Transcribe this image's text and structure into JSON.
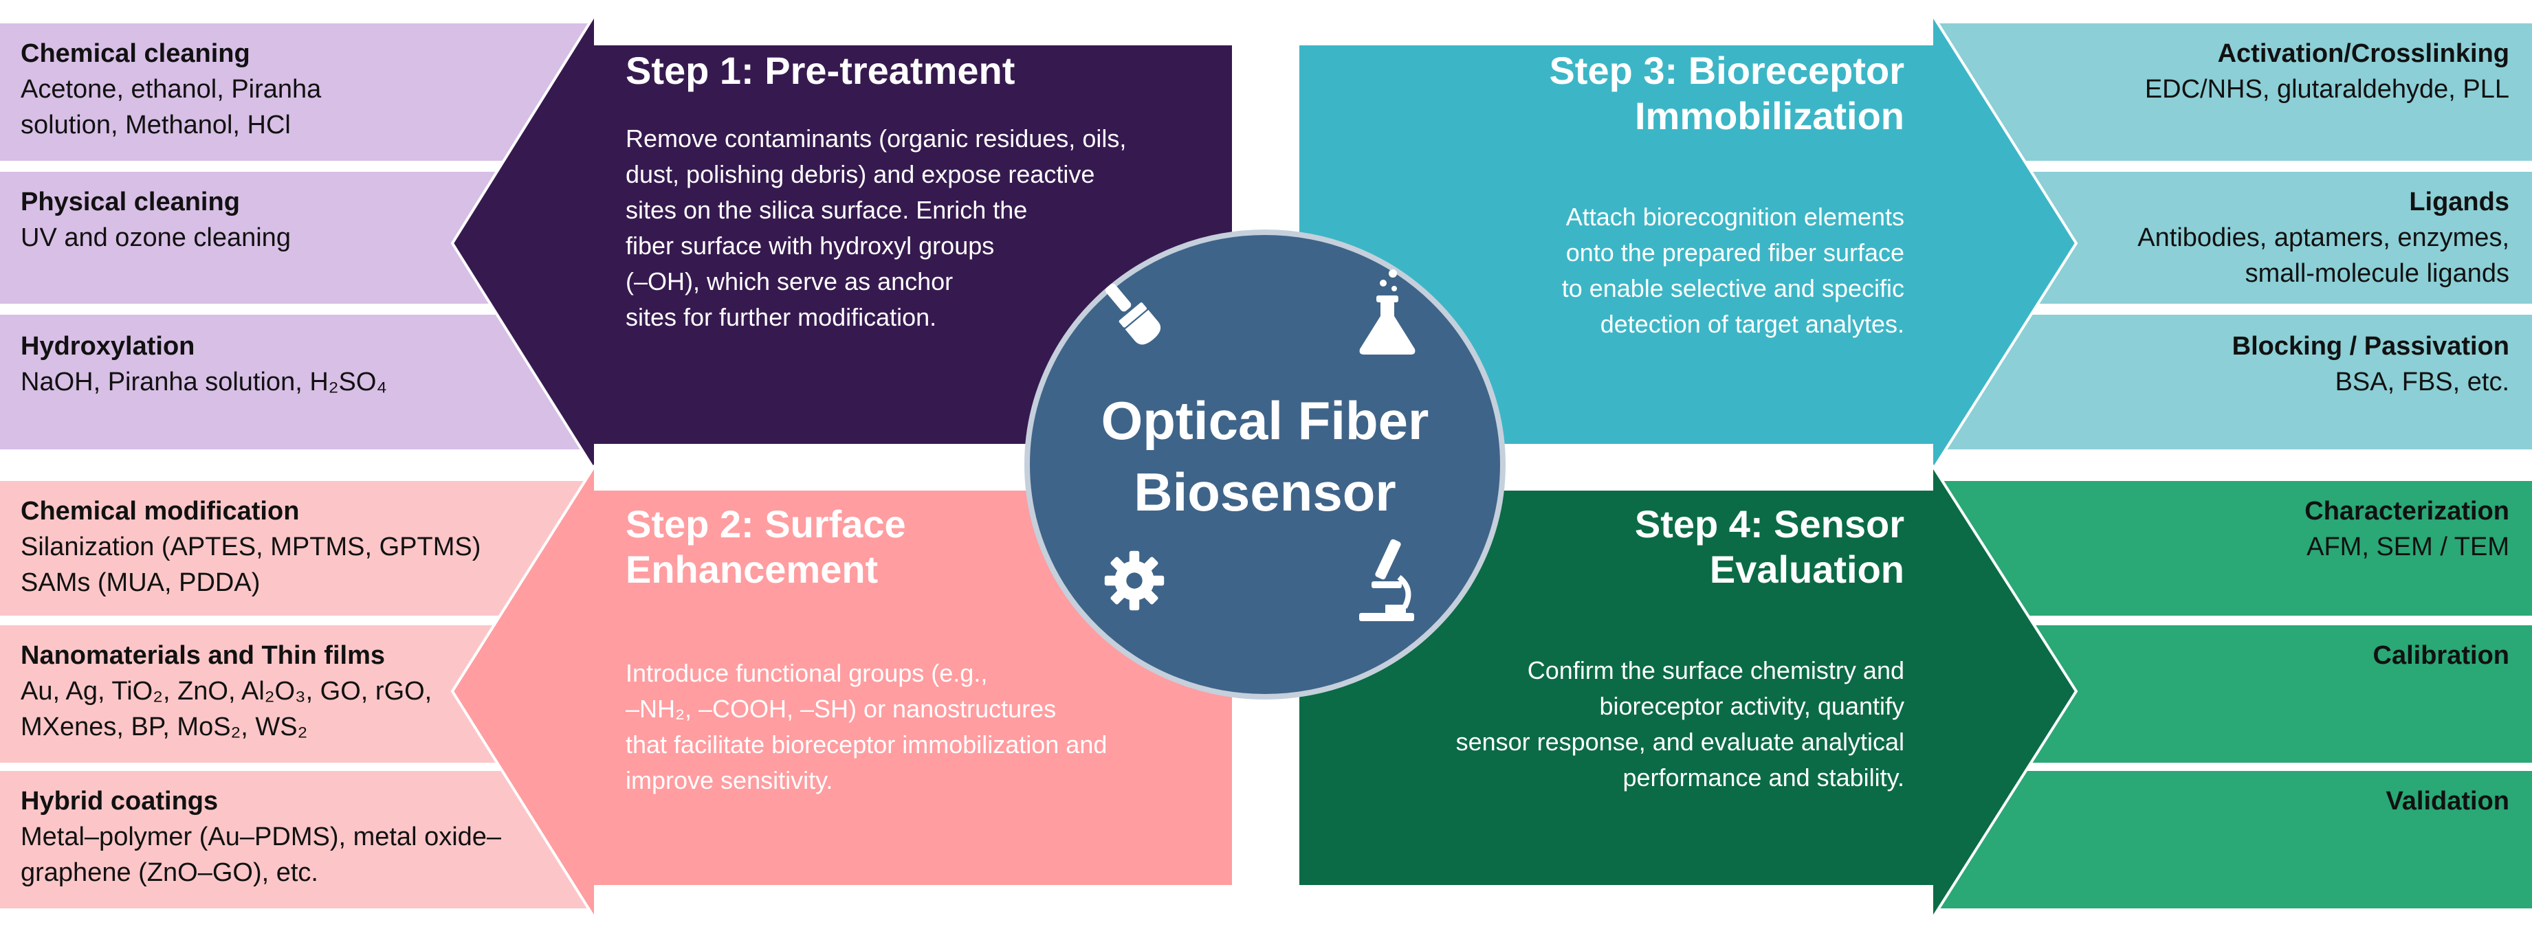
{
  "center": {
    "line1": "Optical Fiber",
    "line2": "Biosensor"
  },
  "colors": {
    "step1": "#361a4f",
    "step1_side": "#d8bfe6",
    "step2": "#ff9da0",
    "step2_side": "#fcc6c8",
    "step3": "#3cb6c6",
    "step3_side": "#8ccfd6",
    "step4": "#0b6b46",
    "step4_side": "#2aa876",
    "circle": "#3f6489"
  },
  "step1": {
    "title": "Step 1: Pre-treatment",
    "desc": [
      "Remove contaminants (organic residues, oils,",
      "dust, polishing debris) and expose reactive",
      "sites on the silica surface. Enrich the",
      "fiber surface with hydroxyl groups",
      "(–OH), which serve as anchor",
      "sites for further modification."
    ],
    "items": [
      {
        "heading": "Chemical cleaning",
        "lines": [
          "Acetone, ethanol, Piranha",
          "solution, Methanol, HCl"
        ]
      },
      {
        "heading": "Physical cleaning",
        "lines": [
          "UV and ozone cleaning"
        ]
      },
      {
        "heading": "Hydroxylation",
        "lines": [
          "NaOH, Piranha solution, H₂SO₄"
        ]
      }
    ]
  },
  "step2": {
    "title_line1": "Step 2: Surface",
    "title_line2": "Enhancement",
    "desc": [
      "Introduce functional groups (e.g.,",
      "–NH₂, –COOH, –SH) or nanostructures",
      "that facilitate bioreceptor immobilization and",
      "improve sensitivity."
    ],
    "items": [
      {
        "heading": "Chemical modification",
        "lines": [
          "Silanization (APTES, MPTMS, GPTMS)",
          "SAMs (MUA, PDDA)"
        ]
      },
      {
        "heading": "Nanomaterials and Thin films",
        "lines": [
          "Au, Ag, TiO₂, ZnO, Al₂O₃, GO, rGO,",
          "MXenes, BP, MoS₂, WS₂"
        ]
      },
      {
        "heading": "Hybrid coatings",
        "lines": [
          "Metal–polymer (Au–PDMS), metal oxide–",
          "graphene (ZnO–GO), etc."
        ]
      }
    ]
  },
  "step3": {
    "title_line1": "Step 3: Bioreceptor",
    "title_line2": "Immobilization",
    "desc": [
      "Attach biorecognition elements",
      "onto the prepared fiber surface",
      "to enable selective and specific",
      "detection of target analytes."
    ],
    "items": [
      {
        "heading": "Activation/Crosslinking",
        "lines": [
          "EDC/NHS, glutaraldehyde, PLL"
        ]
      },
      {
        "heading": "Ligands",
        "lines": [
          "Antibodies, aptamers, enzymes,",
          "small-molecule ligands"
        ]
      },
      {
        "heading": "Blocking / Passivation",
        "lines": [
          "BSA, FBS, etc."
        ]
      }
    ]
  },
  "step4": {
    "title_line1": "Step 4: Sensor",
    "title_line2": "Evaluation",
    "desc": [
      "Confirm the surface chemistry and",
      "bioreceptor activity, quantify",
      "sensor response, and evaluate analytical",
      "performance and stability."
    ],
    "items": [
      {
        "heading": "Characterization",
        "lines": [
          "AFM, SEM / TEM"
        ]
      },
      {
        "heading": "Calibration",
        "lines": []
      },
      {
        "heading": "Validation",
        "lines": []
      }
    ]
  },
  "icons": [
    "paintbrush-icon",
    "flask-icon",
    "gear-icon",
    "microscope-icon"
  ]
}
